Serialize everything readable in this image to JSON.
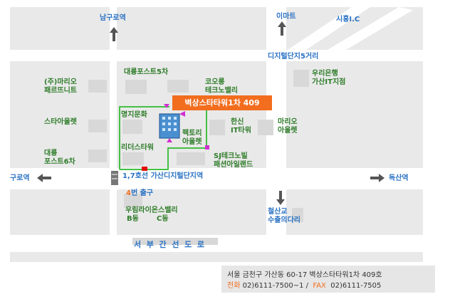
{
  "top_left_road": "남구로역",
  "top_mid_place": "이마트",
  "top_right_ic": "시흥I.C",
  "junction": "디지털단지5거리",
  "buildings": {
    "mario_partner": "(주)마리오\n패르뜨니트",
    "daeryung_post5": "대륭포스트5차",
    "kolon": "코오롱\n테크노밸리",
    "woori_bank": "우리은행\n가산IT지점",
    "star_outlet": "스타아울렛",
    "myungji": "명지문화",
    "hanshin": "한신\nIT타워",
    "mario_outlet": "마리오\n아울렛",
    "factory_outlet": "팩토리\n아울렛",
    "daeryung_post6": "대륭\n포스트6차",
    "leader_tower": "리더스타워",
    "sj_techno": "SJ테크노빌\n패션아일랜드",
    "woorim_lions": "우림라이온스밸리",
    "woorim_b": "B동",
    "woorim_c": "C동"
  },
  "callout": "벽상스타타워1차 409",
  "station": {
    "line": "1,7호선 가산디지털단지역",
    "exit": "4",
    "exit_text": "번 출구"
  },
  "left_road": "구로역",
  "right_road": "독산역",
  "cheolsan_bridge": "철산교\n수출의다리",
  "main_road": "서  부  간  선  도  로",
  "info": {
    "address": "서울 금천구 가산동 60-17 벽상스타타워1차 409호",
    "phone_label": "전화",
    "phone": " 02)6111-7500~1 /",
    "fax_label": "FAX",
    "fax": "02)6111-7505"
  },
  "colors": {
    "road": "#ffffff",
    "block": "#e9e9e9",
    "building": "#d8d8d8",
    "route": "#44c044",
    "callout": "#f26d1e",
    "label_blue": "#2a72c4",
    "label_green": "#2f7d2a"
  }
}
